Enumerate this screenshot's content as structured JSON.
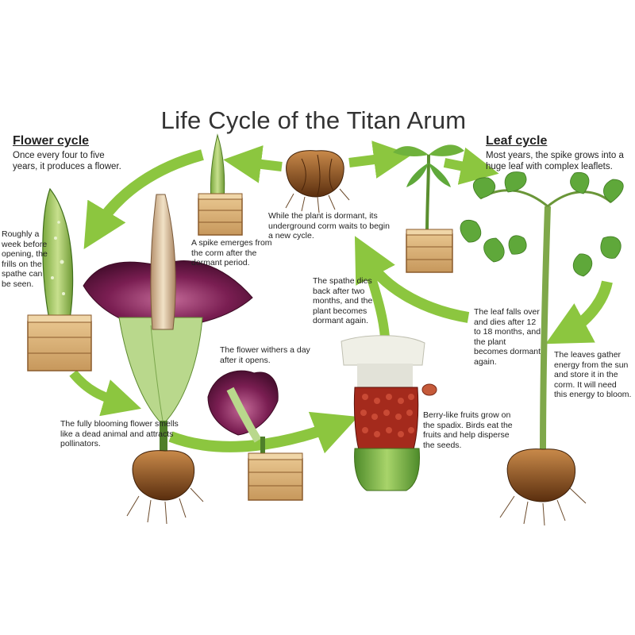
{
  "title": "Life Cycle of the Titan Arum",
  "flower_cycle": {
    "heading": "Flower cycle",
    "intro": "Once every four to five years, it produces a flower."
  },
  "leaf_cycle": {
    "heading": "Leaf cycle",
    "intro": "Most years, the spike grows into a huge leaf with complex leaflets."
  },
  "captions": {
    "dormant": "While the plant is dormant, its underground corm waits to begin a new cycle.",
    "spike": "A spike emerges from the corm after the dormant period.",
    "frills": "Roughly a week before opening, the frills on the spathe can be seen.",
    "withers": "The flower withers a day after it opens.",
    "spathe_dies": "The spathe dies back after two months, and the plant becomes dormant again.",
    "leaf_falls": "The leaf falls over and dies after 12 to 18 months, and the plant becomes dormant again.",
    "leaves_gather": "The leaves gather energy from the sun and store it in the corm. It will need this energy to bloom.",
    "blooming": "The fully blooming flower smells like a dead animal and attracts pollinators.",
    "berries": "Berry-like fruits grow on the spadix. Birds eat the fruits and help disperse the seeds."
  },
  "colors": {
    "arrow": "#8cc63f",
    "crate": "#d9b27c",
    "crate_dark": "#8a5a2b",
    "bloom_purple": "#6e1d4a",
    "spathe_green": "#a9cf6a",
    "corm_brown": "#7a4418",
    "leaf_green": "#5fa83a",
    "fruit_red": "#a42a1c"
  },
  "icons": [
    "crate-icon",
    "corm-icon",
    "spike-icon",
    "bloom-icon",
    "leaf-plant-icon",
    "fruit-spadix-icon",
    "seed-icon",
    "cycle-arrow-icon"
  ]
}
